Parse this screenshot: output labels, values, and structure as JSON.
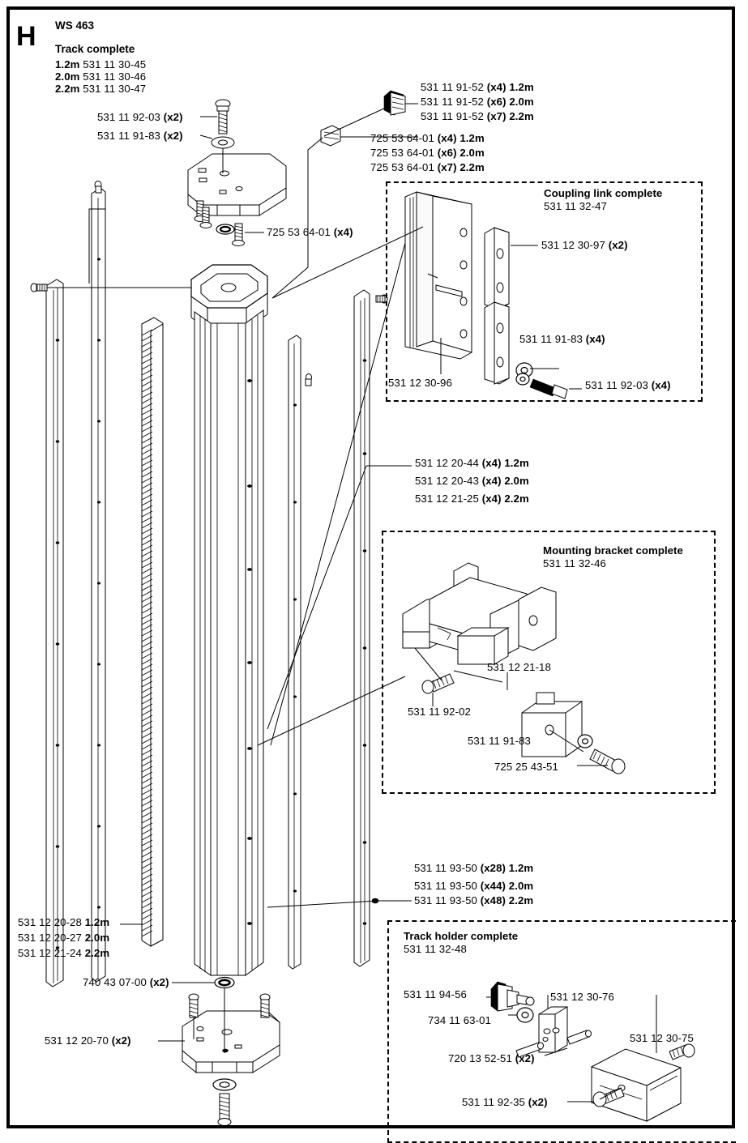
{
  "page": {
    "section_letter": "H",
    "model": "WS 463"
  },
  "title_block": {
    "heading": "Track complete",
    "variants": [
      {
        "size": "1.2m",
        "part": "531 11 30-45"
      },
      {
        "size": "2.0m",
        "part": "531 11 30-46"
      },
      {
        "size": "2.2m",
        "part": "531 11 30-47"
      }
    ]
  },
  "callouts": {
    "top_plate_bolt": {
      "part": "531 11 92-03",
      "qty": "(x2)"
    },
    "top_plate_washer": {
      "part": "531 11 91-83",
      "qty": "(x2)"
    },
    "mid_screw": {
      "part": "725 53 64-01",
      "qty": "(x4)"
    },
    "plug_set": [
      {
        "part": "531 11 91-52",
        "qty": "(x4)",
        "size": "1.2m"
      },
      {
        "part": "531 11 91-52",
        "qty": "(x6)",
        "size": "2.0m"
      },
      {
        "part": "531 11 91-52",
        "qty": "(x7)",
        "size": "2.2m"
      }
    ],
    "screw_set": [
      {
        "part": "725 53 64-01",
        "qty": "(x4)",
        "size": "1.2m"
      },
      {
        "part": "725 53 64-01",
        "qty": "(x6)",
        "size": "2.0m"
      },
      {
        "part": "725 53 64-01",
        "qty": "(x7)",
        "size": "2.2m"
      }
    ],
    "rail_set": [
      {
        "part": "531 12 20-44",
        "qty": "(x4)",
        "size": "1.2m"
      },
      {
        "part": "531 12 20-43",
        "qty": "(x4)",
        "size": "2.0m"
      },
      {
        "part": "531 12 21-25",
        "qty": "(x4)",
        "size": "2.2m"
      }
    ],
    "fastener_set": [
      {
        "part": "531 11 93-50",
        "qty": "(x28)",
        "size": "1.2m"
      },
      {
        "part": "531 11 93-50",
        "qty": "(x44)",
        "size": "2.0m"
      },
      {
        "part": "531 11 93-50",
        "qty": "(x48)",
        "size": "2.2m"
      }
    ],
    "rack_set": [
      {
        "part": "531 12 20-28",
        "size": "1.2m"
      },
      {
        "part": "531 12 20-27",
        "size": "2.0m"
      },
      {
        "part": "531 12 21-24",
        "size": "2.2m"
      }
    ],
    "o_ring": {
      "part": "740 43 07-00",
      "qty": "(x2)"
    },
    "base_plate": {
      "part": "531 12 20-70",
      "qty": "(x2)"
    }
  },
  "coupling_link": {
    "heading": "Coupling link complete",
    "part": "531 11 32-47",
    "items": [
      {
        "part": "531 12 30-97",
        "qty": "(x2)"
      },
      {
        "part": "531 11 91-83",
        "qty": "(x4)"
      },
      {
        "part": "531 11 92-03",
        "qty": "(x4)"
      },
      {
        "part": "531 12 30-96",
        "qty": ""
      }
    ]
  },
  "mounting_bracket": {
    "heading": "Mounting bracket complete",
    "part": "531 11 32-46",
    "items": [
      {
        "part": "531 12 21-18",
        "qty": ""
      },
      {
        "part": "531 11 92-02",
        "qty": ""
      },
      {
        "part": "531 11 91-83",
        "qty": ""
      },
      {
        "part": "725 25 43-51",
        "qty": ""
      }
    ]
  },
  "track_holder": {
    "heading": "Track holder complete",
    "part": "531 11 32-48",
    "items": [
      {
        "part": "531 11 94-56",
        "qty": ""
      },
      {
        "part": "734 11 63-01",
        "qty": ""
      },
      {
        "part": "531 12 30-76",
        "qty": ""
      },
      {
        "part": "531 12 30-75",
        "qty": ""
      },
      {
        "part": "720 13 52-51",
        "qty": "(x2)"
      },
      {
        "part": "531 11 92-35",
        "qty": "(x2)"
      }
    ]
  },
  "colors": {
    "ink": "#000000",
    "paper": "#ffffff"
  }
}
